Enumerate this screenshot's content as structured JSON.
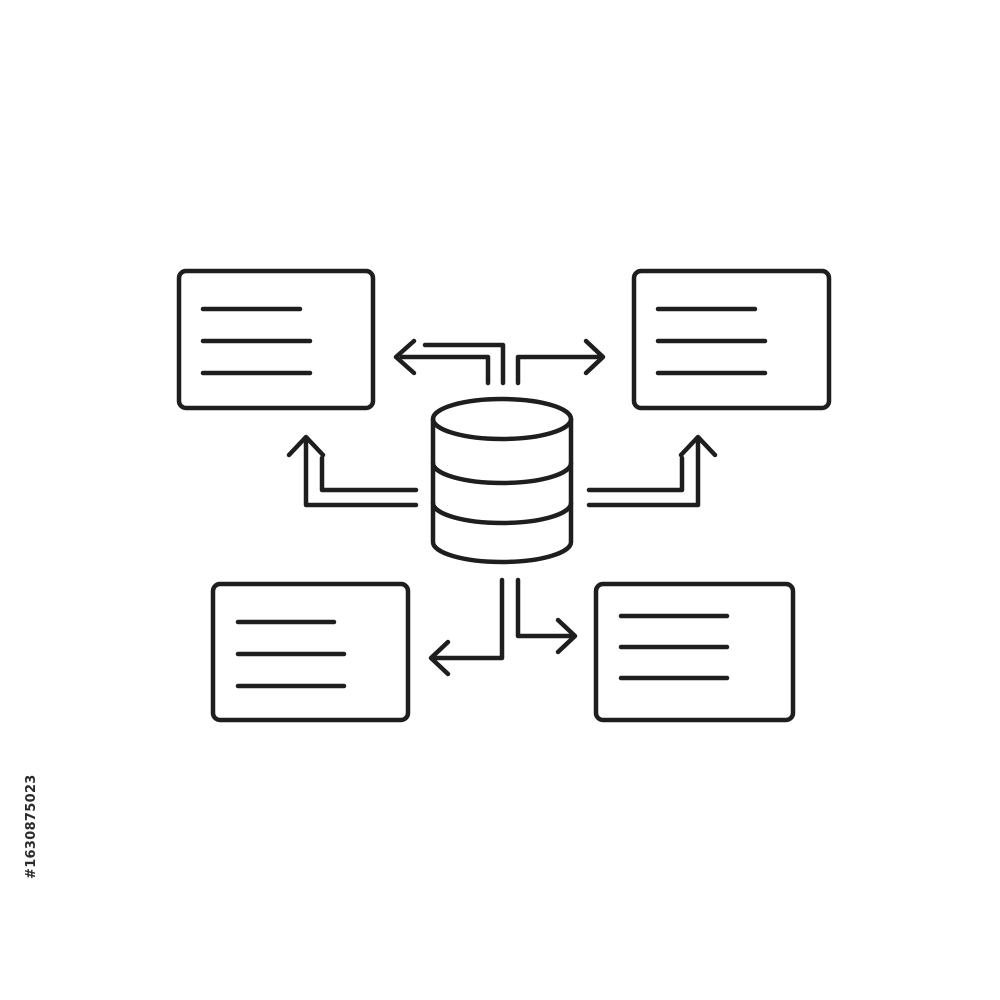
{
  "colors": {
    "background": "#ffffff",
    "line": "#1e1e1e",
    "watermark_text": "#2b2b2b"
  },
  "diagram": {
    "center_node": {
      "icon": "database-icon"
    },
    "nodes": [
      {
        "name": "document-card-top-left",
        "icon": "text-lines-icon",
        "lines": 3
      },
      {
        "name": "document-card-top-right",
        "icon": "text-lines-icon",
        "lines": 3
      },
      {
        "name": "document-card-bottom-left",
        "icon": "text-lines-icon",
        "lines": 3
      },
      {
        "name": "document-card-bottom-right",
        "icon": "text-lines-icon",
        "lines": 3
      }
    ],
    "connectors": [
      {
        "from": "database",
        "to": "document-card-top-left",
        "style": "double-line-arrow"
      },
      {
        "from": "database",
        "to": "document-card-top-left",
        "style": "single-line-arrow"
      },
      {
        "from": "database",
        "to": "document-card-top-right",
        "style": "single-line-arrow"
      },
      {
        "from": "database",
        "to": "document-card-top-right",
        "style": "double-line-arrow"
      },
      {
        "from": "database",
        "to": "document-card-bottom-left",
        "style": "single-line-arrow"
      },
      {
        "from": "database",
        "to": "document-card-bottom-right",
        "style": "single-line-arrow"
      }
    ]
  },
  "watermark": {
    "id_text": "#1630875023"
  }
}
